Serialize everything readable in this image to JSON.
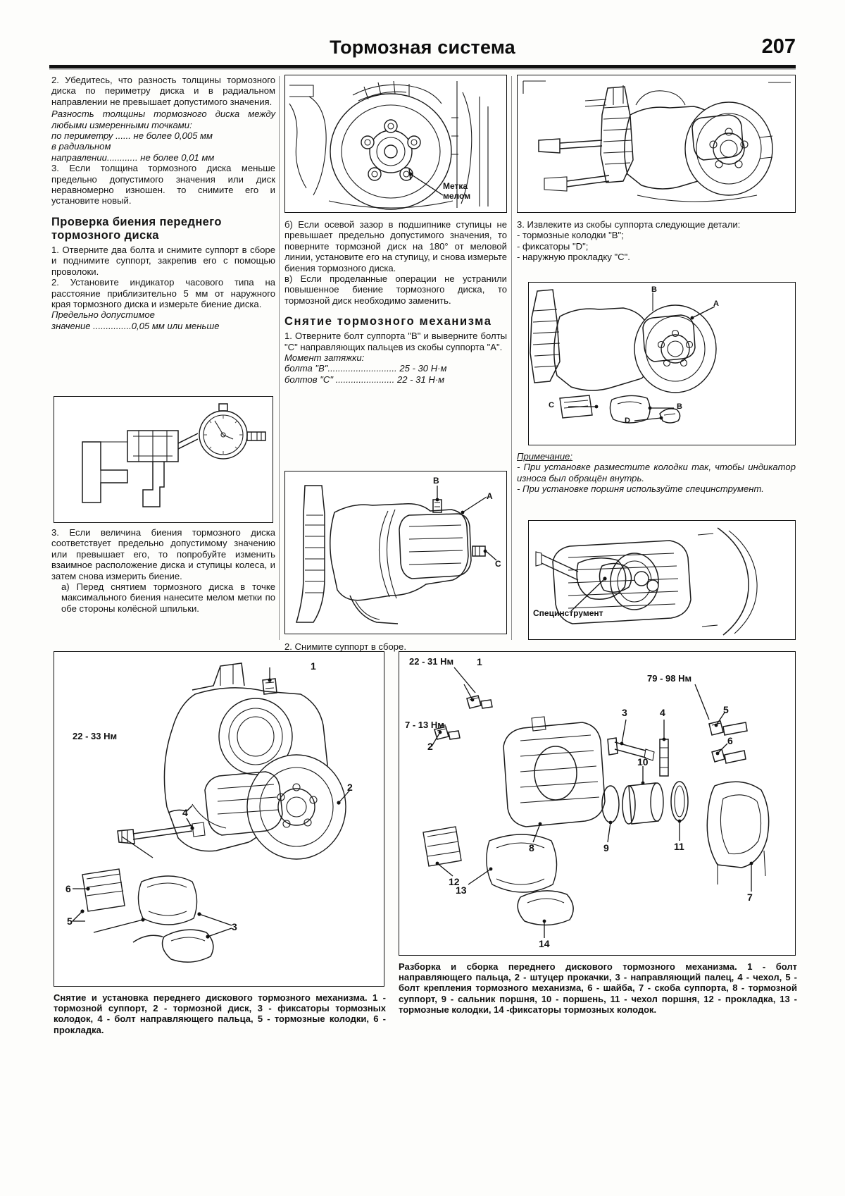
{
  "header": {
    "title": "Тормозная система",
    "page_number": "207"
  },
  "column1": {
    "p1": "2. Убедитесь, что разность толщины тормозного диска по периметру диска и в радиальном направлении не превышает допустимого значения.",
    "p2_italic": "Разность толщины тормозного диска между любыми измеренными точками:",
    "spec1": "по периметру ...... не более 0,005 мм",
    "spec2a": "в радиальном",
    "spec2b": "направлении............ не более 0,01 мм",
    "p3": "3. Если толщина тормозного диска меньше предельно допустимого значения или диск неравномерно изношен. то снимите его и установите новый.",
    "heading": "Проверка биения переднего тормозного диска",
    "p4": "1. Отверните два болта и снимите суппорт в сборе и поднимите суппорт, закрепив его с помощью проволоки.",
    "p5": "2. Установите индикатор часового типа на расстояние приблизительно 5 мм от наружного края тормозного диска и измерьте биение диска.",
    "p6_italic": "Предельно допустимое",
    "spec3": "значение ...............0,05 мм или меньше",
    "p7": "3. Если величина биения тормозного диска соответствует предельно допустимому значению или превышает его, то попробуйте изменить взаимное расположение диска и ступицы колеса, и затем снова измерить биение.",
    "p8": "а) Перед снятием тормозного диска в точке максимального биения нанесите мелом метки по обе стороны колёсной шпильки."
  },
  "column2": {
    "fig_label_chalk": "Метка мелом",
    "p1": "б) Если осевой зазор в подшипнике ступицы не превышает предельно допустимого значения, то поверните тормозной диск на 180° от меловой линии, установите его на ступицу, и снова измерьте биения тормозного диска.",
    "p2": "в) Если проделанные операции не устранили повышенное биение тормозного диска, то тормозной диск необходимо заменить.",
    "heading": "Снятие тормозного механизма",
    "p3": "1. Отверните болт суппорта \"B\" и выверните болты  \"C\"  направляющих пальцев из скобы суппорта \"A\".",
    "torque_title": "Момент затяжки:",
    "torque1": "болта \"B\"........................... 25 - 30 Н·м",
    "torque2": "болтов \"C\" ....................... 22 - 31 Н·м",
    "fig_labels": [
      "B",
      "A",
      "C"
    ],
    "p4": "2. Снимите суппорт в сборе."
  },
  "column3": {
    "p1": "3. Извлеките из скобы суппорта следующие детали:",
    "bullet1": "- тормозные колодки \"B\";",
    "bullet2": "- фиксаторы \"D\";",
    "bullet3": "- наружную прокладку \"C\".",
    "fig_labels": [
      "B",
      "A",
      "C",
      "B",
      "D"
    ],
    "note_title": "Примечание:",
    "note1": "- При установке разместите колодки так, чтобы индикатор износа был обращён внутрь.",
    "note2": "- При установке поршня используйте специнструмент.",
    "fig_label_tool": "Специнструмент"
  },
  "figure_bottom_left": {
    "torque": "22 - 33 Нм",
    "callouts": [
      "1",
      "2",
      "3",
      "4",
      "5",
      "6"
    ],
    "caption": "Снятие и установка переднего дискового тормозного механизма. 1 - тормозной суппорт, 2 - тормозной диск, 3 - фиксаторы тормозных колодок, 4 - болт направляющего пальца, 5 - тормозные колодки, 6 - прокладка."
  },
  "figure_bottom_right": {
    "torque1": "22 - 31 Нм",
    "torque2": "7 - 13 Нм",
    "torque3": "79 - 98 Нм",
    "callouts": [
      "1",
      "2",
      "3",
      "4",
      "5",
      "6",
      "7",
      "8",
      "9",
      "10",
      "11",
      "12",
      "13",
      "14"
    ],
    "caption": "Разборка и сборка переднего дискового тормозного механизма. 1 - болт направляющего пальца, 2 - штуцер прокачки, 3 - направляющий палец, 4 - чехол, 5 - болт крепления тормозного механизма, 6 - шайба, 7 - скоба суппорта, 8 - тормозной суппорт, 9 - сальник поршня, 10 - поршень, 11 - чехол поршня, 12 - прокладка, 13 - тормозные колодки, 14 -фиксаторы тормозных колодок."
  }
}
